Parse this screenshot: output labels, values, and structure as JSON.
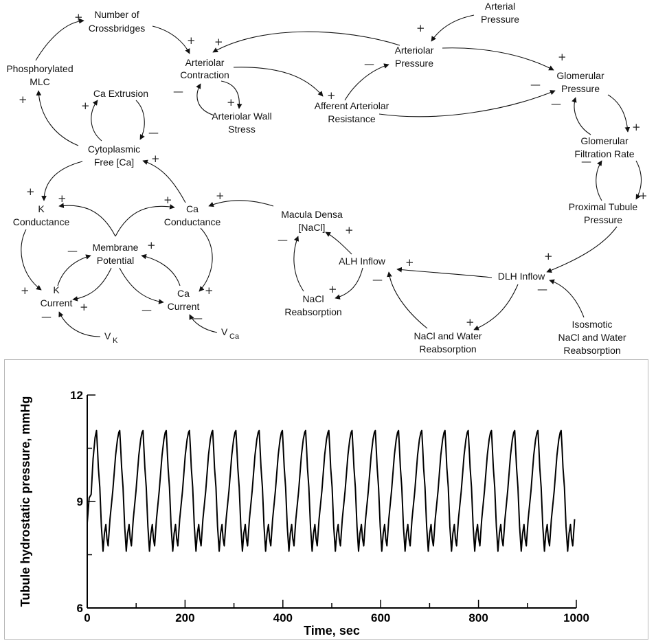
{
  "diagram": {
    "nodes": {
      "crossbridges": [
        "Number of",
        "Crossbridges"
      ],
      "phos_mlc": [
        "Phosphorylated",
        "MLC"
      ],
      "arteriolar_contraction": [
        "Arteriolar",
        "Contraction"
      ],
      "arteriolar_wall_stress": [
        "Arteriolar Wall",
        "Stress"
      ],
      "ca_extrusion": [
        "Ca Extrusion"
      ],
      "cytoplasmic_ca": [
        "Cytoplasmic",
        "Free [Ca]"
      ],
      "k_conductance": [
        "K",
        "Conductance"
      ],
      "ca_conductance": [
        "Ca",
        "Conductance"
      ],
      "membrane_potential": [
        "Membrane",
        "Potential"
      ],
      "k_current": [
        "K",
        "Current"
      ],
      "ca_current": [
        "Ca",
        "Current"
      ],
      "vk": {
        "main": "V",
        "sub": "K"
      },
      "vca": {
        "main": "V",
        "sub": "Ca"
      },
      "arterial_pressure": [
        "Arterial",
        "Pressure"
      ],
      "arteriolar_pressure": [
        "Arteriolar",
        "Pressure"
      ],
      "afferent_resistance": [
        "Afferent Arteriolar",
        "Resistance"
      ],
      "glomerular_pressure": [
        "Glomerular",
        "Pressure"
      ],
      "gfr": [
        "Glomerular",
        "Filtration Rate"
      ],
      "proximal_tubule_pressure": [
        "Proximal Tubule",
        "Pressure"
      ],
      "dlh_inflow": [
        "DLH Inflow"
      ],
      "alh_inflow": [
        "ALH Inflow"
      ],
      "macula_densa": [
        "Macula Densa",
        "[NaCl]"
      ],
      "nacl_reabsorption": [
        "NaCl",
        "Reabsorption"
      ],
      "nacl_water_reabsorption": [
        "NaCl and Water",
        "Reabsorption"
      ],
      "isosmotic": [
        "Isosmotic",
        "NaCl and Water",
        "Reabsorption"
      ]
    },
    "signs": {
      "plus": "+",
      "minus": "—"
    }
  },
  "chart_data": {
    "type": "line",
    "xlabel": "Time, sec",
    "ylabel": "Tubule hydrostatic pressure, mmHg",
    "xlim": [
      0,
      1000
    ],
    "ylim": [
      6,
      12
    ],
    "xticks": [
      0,
      200,
      400,
      600,
      800,
      1000
    ],
    "yticks": [
      6,
      9,
      12
    ],
    "period_sec": 47.5,
    "cycle_count": 21,
    "series": [
      {
        "peak": 11.0,
        "trough": 7.6,
        "cycle_shape": [
          [
            0.0,
            7.6
          ],
          [
            0.06,
            8.1
          ],
          [
            0.12,
            8.35
          ],
          [
            0.17,
            7.95
          ],
          [
            0.22,
            7.75
          ],
          [
            0.3,
            8.5
          ],
          [
            0.42,
            9.3
          ],
          [
            0.54,
            10.3
          ],
          [
            0.62,
            10.75
          ],
          [
            0.68,
            10.95
          ],
          [
            0.72,
            11.0
          ],
          [
            0.76,
            10.5
          ],
          [
            0.8,
            9.95
          ],
          [
            0.86,
            9.4
          ],
          [
            0.93,
            8.3
          ],
          [
            1.0,
            7.6
          ]
        ]
      }
    ]
  }
}
